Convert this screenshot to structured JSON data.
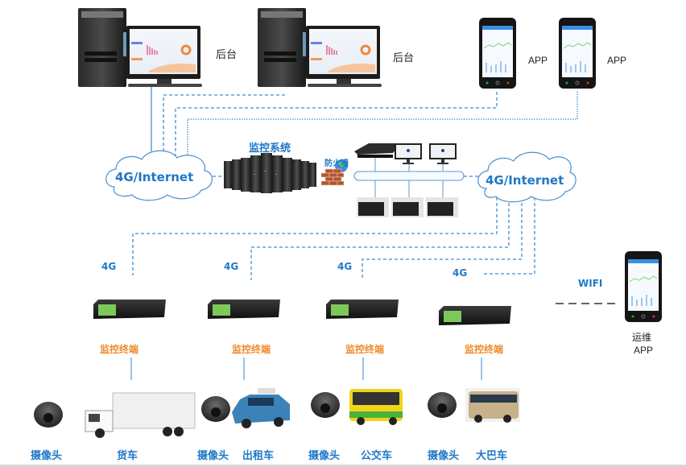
{
  "backend": {
    "stations": [
      {
        "label": "后台"
      },
      {
        "label": "后台"
      }
    ]
  },
  "mobile_apps": [
    {
      "label": "APP"
    },
    {
      "label": "APP"
    }
  ],
  "network": {
    "cloud_left": "4G/Internet",
    "cloud_right": "4G/Internet",
    "monitoring_system": "监控系统",
    "firewall": "防火墙"
  },
  "terminals": [
    {
      "link": "4G",
      "label": "监控终端",
      "camera": "摄像头",
      "vehicle": "货车"
    },
    {
      "link": "4G",
      "label": "监控终端",
      "camera": "摄像头",
      "vehicle": "出租车"
    },
    {
      "link": "4G",
      "label": "监控终端",
      "camera": "摄像头",
      "vehicle": "公交车"
    },
    {
      "link": "4G",
      "label": "监控终端",
      "camera": "摄像头",
      "vehicle": "大巴车"
    }
  ],
  "maintenance": {
    "link": "WIFI",
    "label_line1": "运维",
    "label_line2": "APP"
  },
  "colors": {
    "link_blue": "#1e78c8",
    "terminal_orange": "#f08a2a",
    "line_blue": "#3b8fd6"
  }
}
